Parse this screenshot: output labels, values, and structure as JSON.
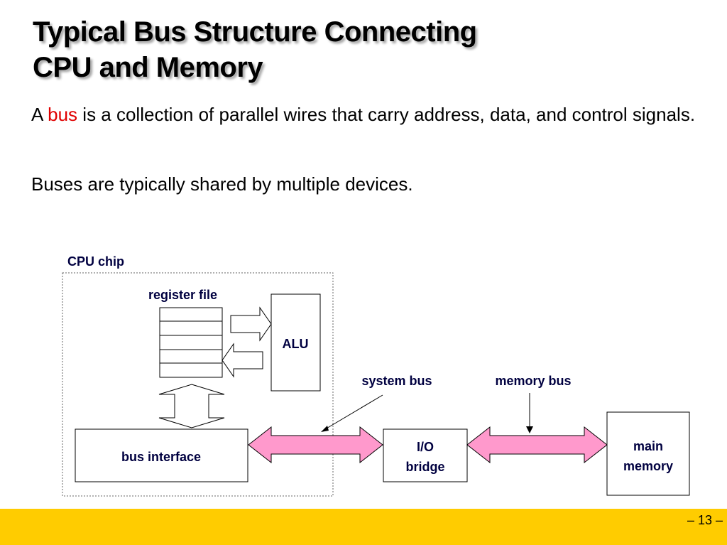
{
  "slide": {
    "title_line1": "Typical Bus Structure Connecting",
    "title_line2": "CPU and Memory",
    "bullet1": {
      "prefix": "A ",
      "keyword": "bus",
      "rest": " is a collection of parallel wires that carry address, data, and control signals."
    },
    "bullet2": "Buses are typically shared by multiple devices.",
    "page_number": "– 13 –",
    "keyword_color": "#e00000",
    "footer_color": "#ffcc00"
  },
  "diagram": {
    "cpu_chip_label": "CPU chip",
    "register_file_label": "register file",
    "alu_label": "ALU",
    "system_bus_label": "system bus",
    "memory_bus_label": "memory bus",
    "bus_interface_label": "bus interface",
    "io_bridge_line1": "I/O",
    "io_bridge_line2": "bridge",
    "main_memory_line1": "main",
    "main_memory_line2": "memory",
    "bus_arrow_color": "#ff99cc"
  }
}
